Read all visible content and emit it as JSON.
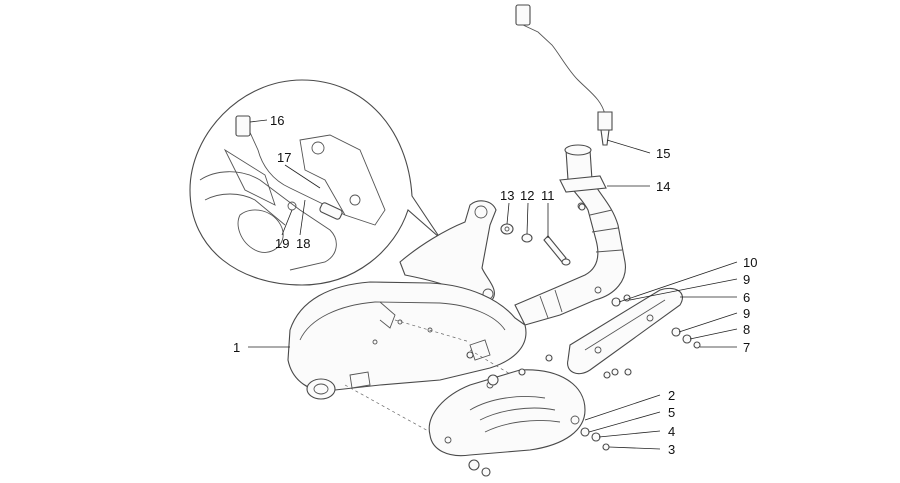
{
  "callouts": [
    {
      "id": "1",
      "text": "1"
    },
    {
      "id": "2",
      "text": "2"
    },
    {
      "id": "3",
      "text": "3"
    },
    {
      "id": "4",
      "text": "4"
    },
    {
      "id": "5",
      "text": "5"
    },
    {
      "id": "6",
      "text": "6"
    },
    {
      "id": "7",
      "text": "7"
    },
    {
      "id": "8",
      "text": "8"
    },
    {
      "id": "9a",
      "text": "9"
    },
    {
      "id": "9b",
      "text": "9"
    },
    {
      "id": "10",
      "text": "10"
    },
    {
      "id": "11",
      "text": "11"
    },
    {
      "id": "12",
      "text": "12"
    },
    {
      "id": "13",
      "text": "13"
    },
    {
      "id": "14",
      "text": "14"
    },
    {
      "id": "15",
      "text": "15"
    },
    {
      "id": "16",
      "text": "16"
    },
    {
      "id": "17",
      "text": "17"
    },
    {
      "id": "18",
      "text": "18"
    },
    {
      "id": "19",
      "text": "19"
    }
  ]
}
